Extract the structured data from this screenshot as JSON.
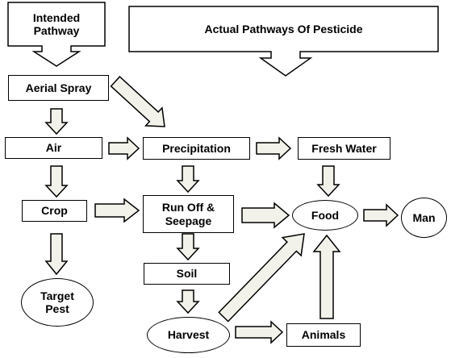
{
  "nodes": {
    "intended_pathway": "Intended\nPathway",
    "actual_pathways": "Actual Pathways Of Pesticide",
    "aerial_spray": "Aerial Spray",
    "air": "Air",
    "precipitation": "Precipitation",
    "fresh_water": "Fresh Water",
    "crop": "Crop",
    "run_off": "Run Off &\nSeepage",
    "food": "Food",
    "man": "Man",
    "soil": "Soil",
    "target_pest": "Target\nPest",
    "harvest": "Harvest",
    "animals": "Animals"
  },
  "colors": {
    "arrow_fill": "#f2f2ea",
    "stroke": "#000000",
    "box_fill": "#ffffff"
  }
}
